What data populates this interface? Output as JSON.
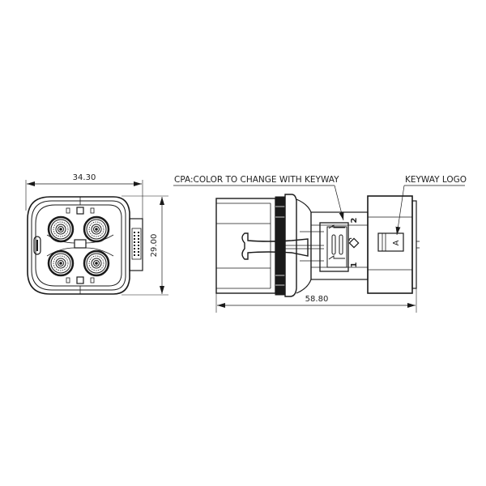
{
  "drawing": {
    "front_view": {
      "width_dim": "34.30",
      "height_dim": "29.00",
      "contact_count": 4
    },
    "side_view": {
      "length_dim": "58.80",
      "cpa_note": "CPA:COLOR TO CHANGE WITH KEYWAY",
      "keyway_note": "KEYWAY LOGO",
      "keyway_letter": "A",
      "pin_label_1": "1",
      "pin_label_2": "2"
    },
    "line_color": "#1a1a1a",
    "background": "#ffffff"
  }
}
